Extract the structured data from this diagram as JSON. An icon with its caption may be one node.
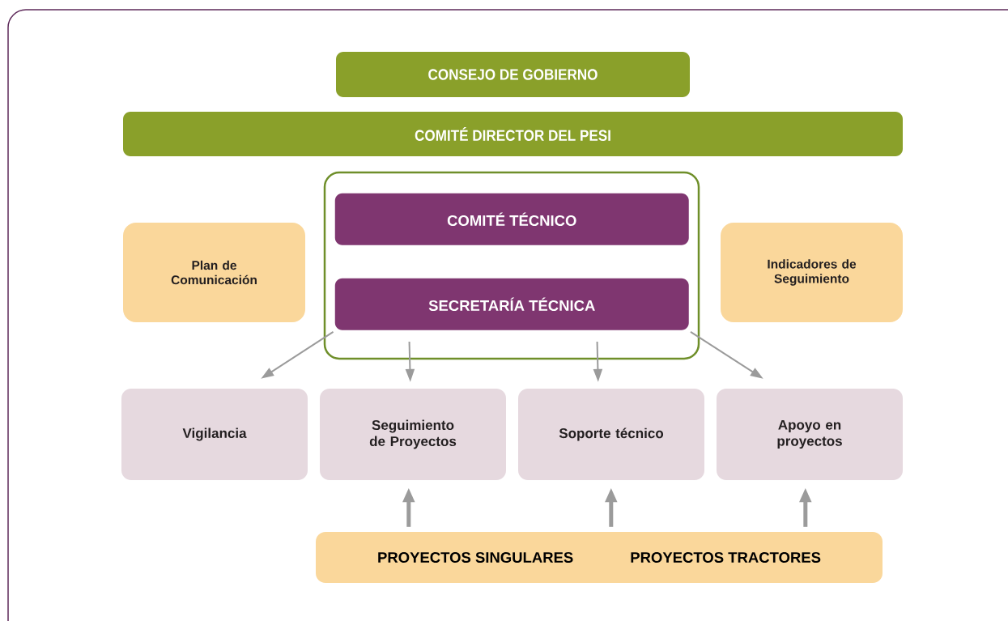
{
  "diagram": {
    "nodes": [
      {
        "text": [
          "CONSEJO DE GOBIERNO"
        ]
      },
      {
        "text": [
          "COMITÉ DIRECTOR DEL PESI"
        ]
      },
      {
        "text": [],
        "shape": "box"
      },
      {
        "text": [
          "COMITÉ TÉCNICO"
        ],
        "in": 2
      },
      {
        "text": [
          "SECRETARÍA TÉCNICA"
        ],
        "in": 2
      },
      {
        "text": [
          "Plan de Comunicación"
        ]
      },
      {
        "text": [
          "Indicadores de Seguimiento"
        ]
      },
      {
        "text": [
          "Vigilancia"
        ]
      },
      {
        "text": [
          "Seguimiento de Proyectos"
        ]
      },
      {
        "text": [
          "Soporte técnico"
        ]
      },
      {
        "text": [
          "Apoyo en proyectos"
        ]
      },
      {
        "text": [
          "PROYECTOS SINGULARES",
          "PROYECTOS TRACTORES"
        ]
      }
    ],
    "edges": [
      {
        "from": 4,
        "to": 7,
        "arrow": "to"
      },
      {
        "from": 4,
        "to": 8,
        "arrow": "to"
      },
      {
        "from": 4,
        "to": 9,
        "arrow": "to"
      },
      {
        "from": 4,
        "to": 10,
        "arrow": "to"
      },
      {
        "from": 11,
        "to": 8,
        "arrow": "to",
        "style": "thick"
      },
      {
        "from": 11,
        "to": 9,
        "arrow": "to",
        "style": "thick"
      },
      {
        "from": 11,
        "to": 10,
        "arrow": "to",
        "style": "thick"
      }
    ]
  }
}
